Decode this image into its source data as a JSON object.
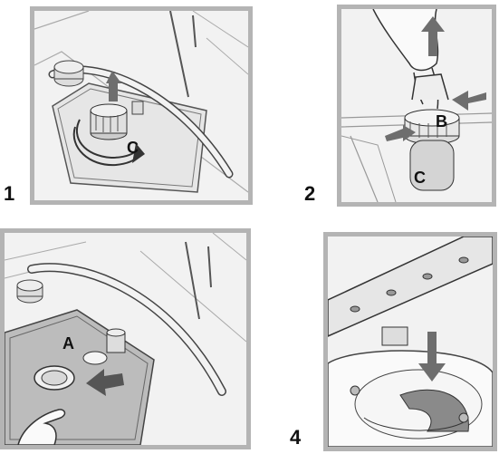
{
  "steps": [
    {
      "number": "1",
      "labels": [
        "C"
      ]
    },
    {
      "number": "2",
      "labels": [
        "B",
        "C"
      ]
    },
    {
      "number": "",
      "labels": [
        "A"
      ]
    },
    {
      "number": "4",
      "labels": []
    }
  ],
  "colors": {
    "frame": "#b4b4b4",
    "background": "#f2f2f2",
    "arrow": "#6e6e6e",
    "line": "#444444",
    "highlight": "#8a8a8a"
  }
}
